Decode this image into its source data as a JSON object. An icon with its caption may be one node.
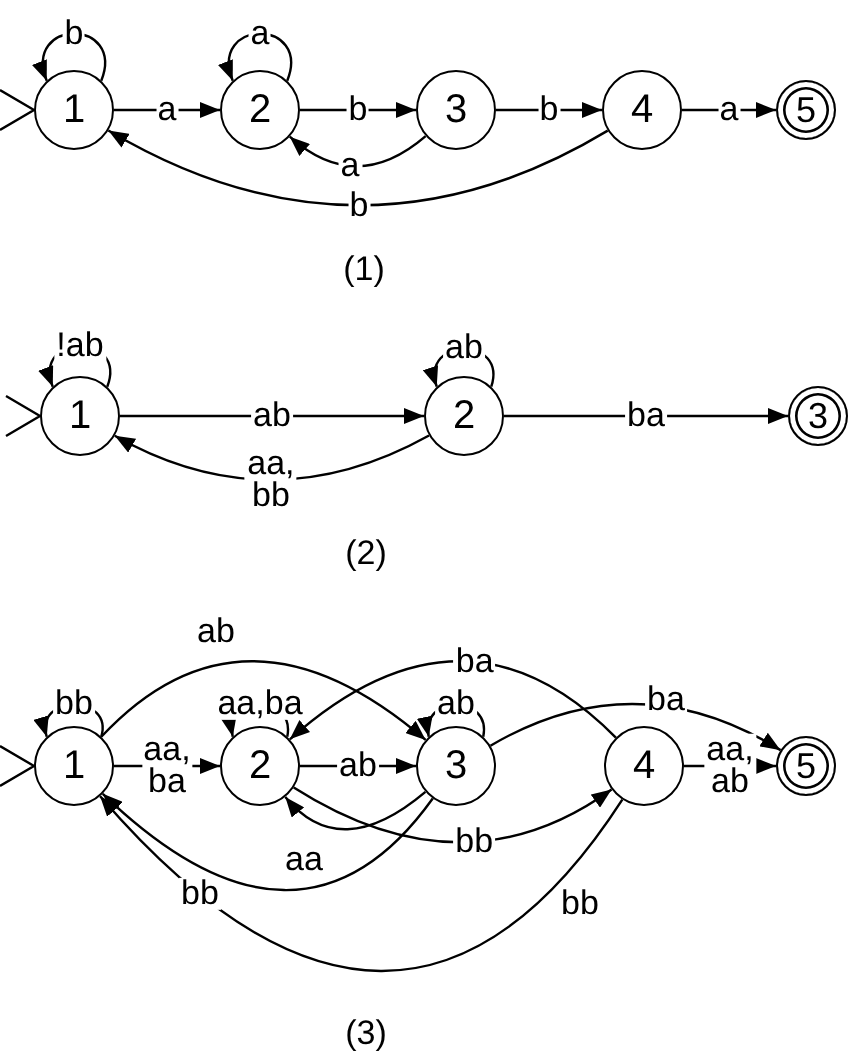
{
  "diagram": {
    "nodes": [
      {
        "text": [
          "1"
        ]
      },
      {
        "text": [
          "2"
        ]
      },
      {
        "text": [
          "3"
        ]
      },
      {
        "text": [
          "4"
        ]
      },
      {
        "text": [
          "5"
        ]
      },
      {
        "text": [
          "1"
        ]
      },
      {
        "text": [
          "2"
        ]
      },
      {
        "text": [
          "3"
        ]
      },
      {
        "text": [
          "1"
        ]
      },
      {
        "text": [
          "2"
        ]
      },
      {
        "text": [
          "3"
        ]
      },
      {
        "text": [
          "4"
        ]
      },
      {
        "text": [
          "5"
        ]
      }
    ],
    "edges": [
      {
        "from": null,
        "to": 0,
        "arrow": "to"
      },
      {
        "from": 0,
        "to": 0,
        "arrow": "to",
        "label": "b"
      },
      {
        "from": 1,
        "to": 1,
        "arrow": "to",
        "label": "a"
      },
      {
        "from": 0,
        "to": 1,
        "arrow": "to",
        "label": "a"
      },
      {
        "from": 1,
        "to": 2,
        "arrow": "to",
        "label": "b"
      },
      {
        "from": 2,
        "to": 3,
        "arrow": "to",
        "label": "b"
      },
      {
        "from": 3,
        "to": 4,
        "arrow": "to",
        "label": "a"
      },
      {
        "from": 2,
        "to": 1,
        "arrow": "to",
        "label": "a"
      },
      {
        "from": 3,
        "to": 0,
        "arrow": "to",
        "label": "b"
      },
      {
        "from": null,
        "to": 5,
        "arrow": "to"
      },
      {
        "from": 5,
        "to": 5,
        "arrow": "to",
        "label": "!ab"
      },
      {
        "from": 6,
        "to": 6,
        "arrow": "to",
        "label": "ab"
      },
      {
        "from": 5,
        "to": 6,
        "arrow": "to",
        "label": "ab"
      },
      {
        "from": 6,
        "to": 7,
        "arrow": "to",
        "label": "ba"
      },
      {
        "from": 6,
        "to": 5,
        "arrow": "to",
        "label": "aa, bb"
      },
      {
        "from": null,
        "to": 8,
        "arrow": "to"
      },
      {
        "from": 8,
        "to": 8,
        "arrow": "to",
        "label": "bb"
      },
      {
        "from": 9,
        "to": 9,
        "arrow": "to",
        "label": "aa,ba"
      },
      {
        "from": 10,
        "to": 10,
        "arrow": "to",
        "label": "ab"
      },
      {
        "from": 8,
        "to": 9,
        "arrow": "to",
        "label": "aa, ba"
      },
      {
        "from": 8,
        "to": 10,
        "arrow": "to",
        "label": "ab"
      },
      {
        "from": 9,
        "to": 10,
        "arrow": "to",
        "label": "ab"
      },
      {
        "from": 10,
        "to": 9,
        "arrow": "to",
        "label": "aa"
      },
      {
        "from": 9,
        "to": 11,
        "arrow": "to",
        "label": "bb"
      },
      {
        "from": 10,
        "to": 8,
        "arrow": "to",
        "label": "bb"
      },
      {
        "from": 11,
        "to": 9,
        "arrow": "to",
        "label": "ba"
      },
      {
        "from": 10,
        "to": 12,
        "arrow": "to",
        "label": "ba"
      },
      {
        "from": 11,
        "to": 12,
        "arrow": "to",
        "label": "aa, ab"
      },
      {
        "from": 11,
        "to": 8,
        "arrow": "to",
        "label": "bb"
      }
    ],
    "labels": [
      "(1)",
      "(2)",
      "(3)"
    ]
  }
}
